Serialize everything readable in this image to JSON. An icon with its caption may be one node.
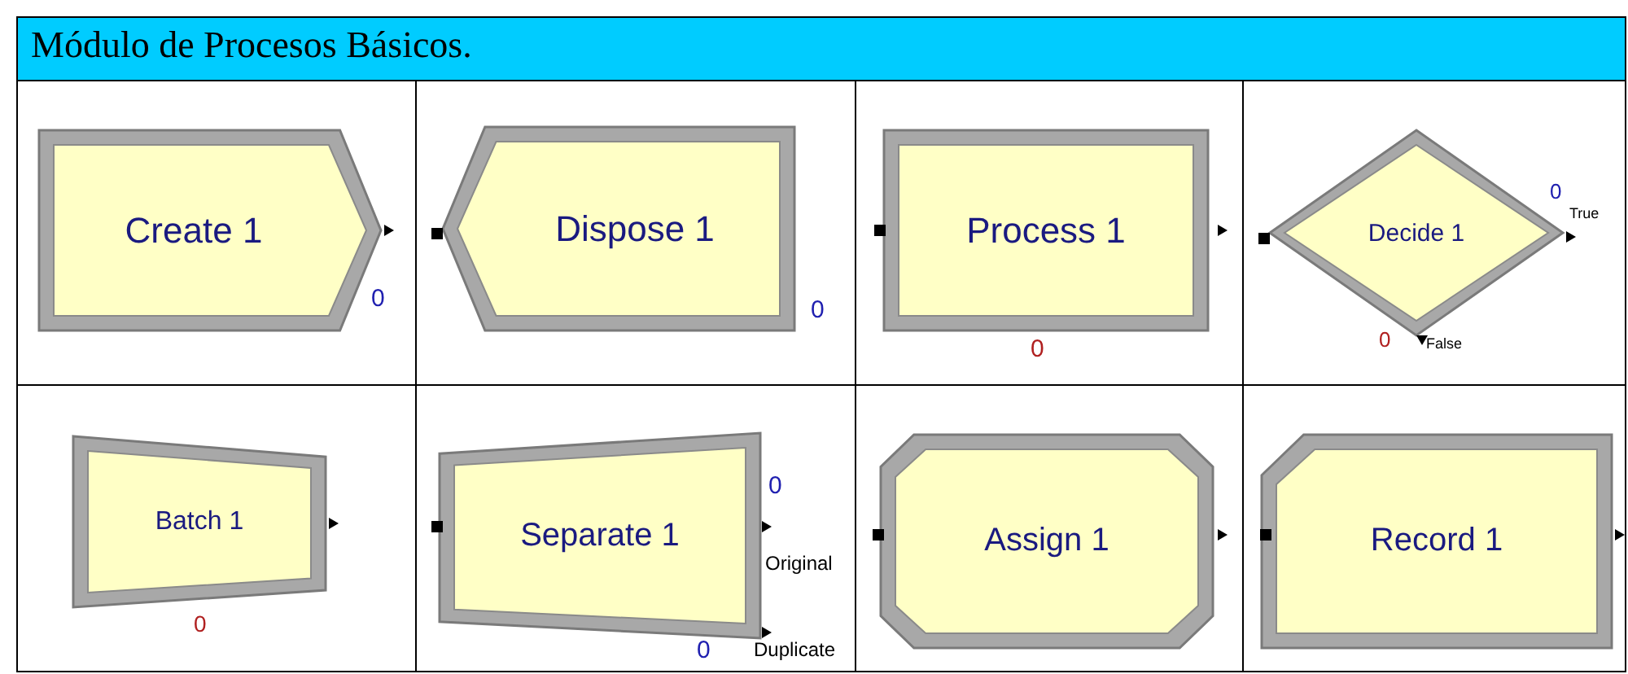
{
  "diagram": {
    "title": "Módulo de Procesos Básicos.",
    "nodes": [
      {
        "text": [
          "Create 1"
        ],
        "beside": [
          "0"
        ]
      },
      {
        "text": [
          "Dispose 1"
        ],
        "beside": [
          "0"
        ]
      },
      {
        "text": [
          "Process 1"
        ],
        "beside": [
          "0"
        ]
      },
      {
        "text": [
          "Decide 1"
        ],
        "beside": [
          "0",
          "True",
          "0",
          "False"
        ]
      },
      {
        "text": [
          "Batch 1"
        ],
        "beside": [
          "0"
        ]
      },
      {
        "text": [
          "Separate 1"
        ],
        "beside": [
          "0",
          "Original",
          "0",
          "Duplicate"
        ]
      },
      {
        "text": [
          "Assign 1"
        ]
      },
      {
        "text": [
          "Record 1"
        ]
      }
    ]
  }
}
